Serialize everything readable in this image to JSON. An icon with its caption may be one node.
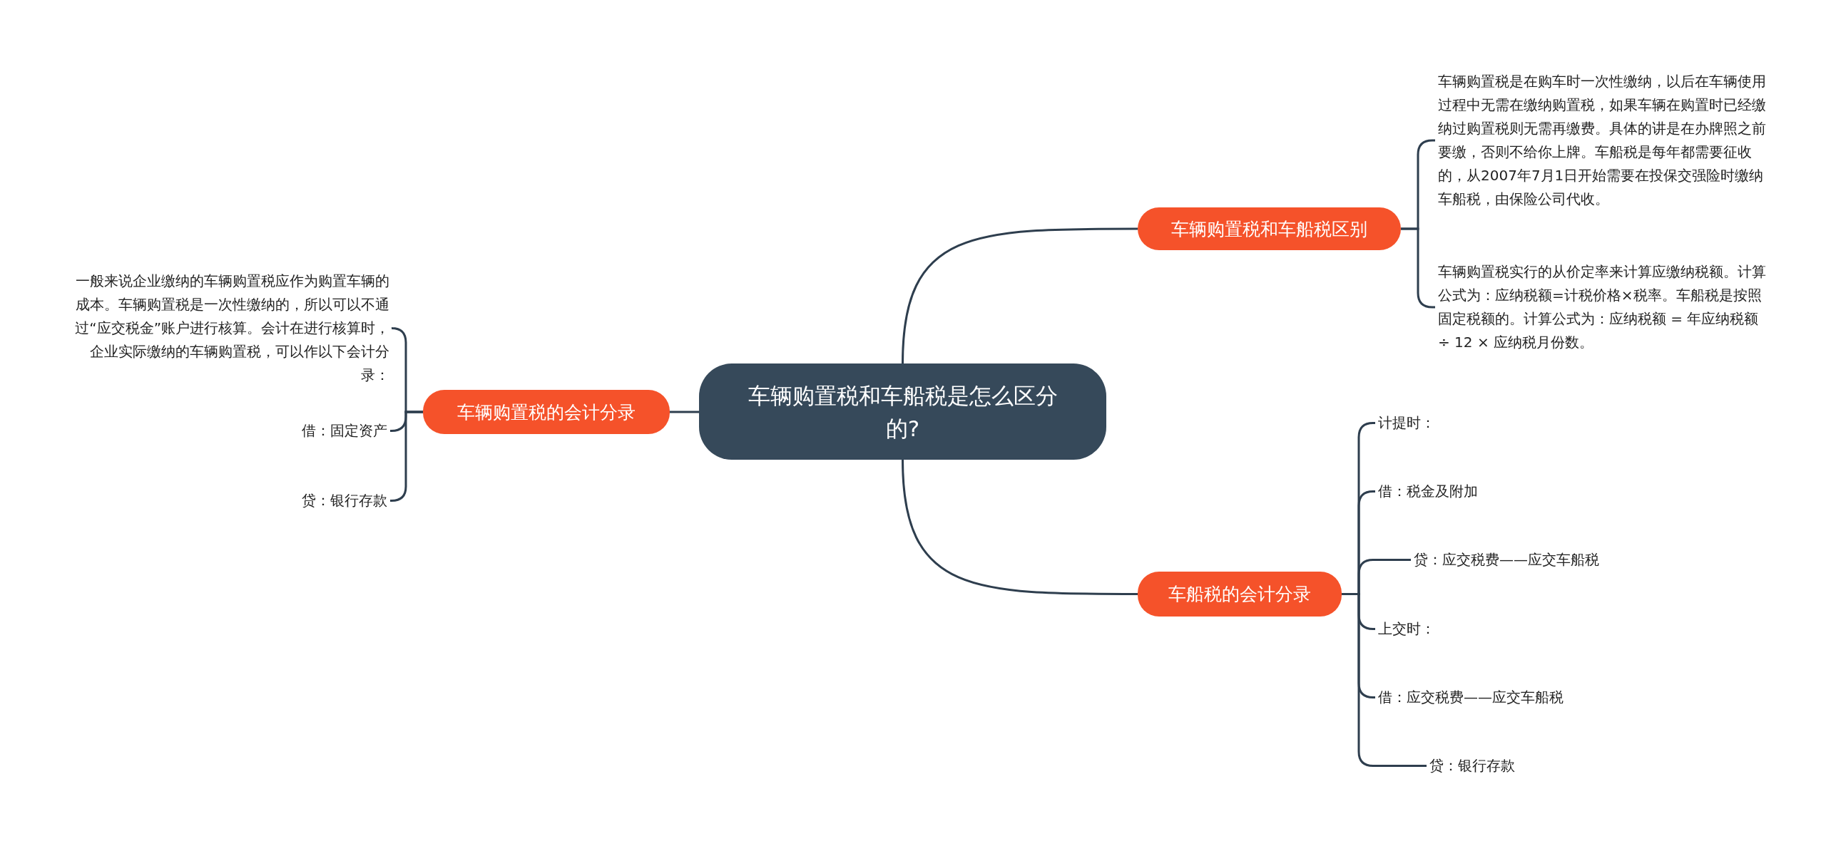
{
  "diagram": {
    "nodes": [
      {
        "text": [
          "车辆购置税和车船税是怎么区分的?"
        ]
      },
      {
        "text": [
          "车辆购置税和车船税区别"
        ]
      },
      {
        "text": [
          "车辆购置税是在购车时一次性缴纳，以后在车辆使用过程中无需在缴纳购置税，如果车辆在购置时已经缴纳过购置税则无需再缴费。具体的讲是在办牌照之前要缴，否则不给你上牌。车船税是每年都需要征收的，从2007年7月1日开始需要在投保交强险时缴纳车船税，由保险公司代收。"
        ]
      },
      {
        "text": [
          "车辆购置税实行的从价定率来计算应缴纳税额。计算公式为：应纳税额=计税价格×税率。车船税是按照固定税额的。计算公式为：应纳税额 = 年应纳税额 ÷ 12 × 应纳税月份数。"
        ]
      },
      {
        "text": [
          "车船税的会计分录"
        ]
      },
      {
        "text": [
          "计提时："
        ]
      },
      {
        "text": [
          "借：税金及附加"
        ]
      },
      {
        "text": [
          "贷：应交税费——应交车船税"
        ]
      },
      {
        "text": [
          "上交时："
        ]
      },
      {
        "text": [
          "借：应交税费——应交车船税"
        ]
      },
      {
        "text": [
          "贷：银行存款"
        ]
      },
      {
        "text": [
          "车辆购置税的会计分录"
        ]
      },
      {
        "text": [
          "一般来说企业缴纳的车辆购置税应作为购置车辆的成本。车辆购置税是一次性缴纳的，所以可以不通过“应交税金”账户进行核算。会计在进行核算时，企业实际缴纳的车辆购置税，可以作以下会计分录："
        ]
      },
      {
        "text": [
          "借：固定资产"
        ]
      },
      {
        "text": [
          "贷：银行存款"
        ]
      }
    ],
    "edges": [
      {
        "from": 0,
        "to": 1,
        "arrow": "none"
      },
      {
        "from": 1,
        "to": 2,
        "arrow": "none"
      },
      {
        "from": 1,
        "to": 3,
        "arrow": "none"
      },
      {
        "from": 0,
        "to": 4,
        "arrow": "none"
      },
      {
        "from": 4,
        "to": 5,
        "arrow": "none"
      },
      {
        "from": 4,
        "to": 6,
        "arrow": "none"
      },
      {
        "from": 4,
        "to": 7,
        "arrow": "none"
      },
      {
        "from": 4,
        "to": 8,
        "arrow": "none"
      },
      {
        "from": 4,
        "to": 9,
        "arrow": "none"
      },
      {
        "from": 4,
        "to": 10,
        "arrow": "none"
      },
      {
        "from": 0,
        "to": 11,
        "arrow": "none"
      },
      {
        "from": 11,
        "to": 12,
        "arrow": "none"
      },
      {
        "from": 11,
        "to": 13,
        "arrow": "none"
      },
      {
        "from": 11,
        "to": 14,
        "arrow": "none"
      }
    ]
  }
}
